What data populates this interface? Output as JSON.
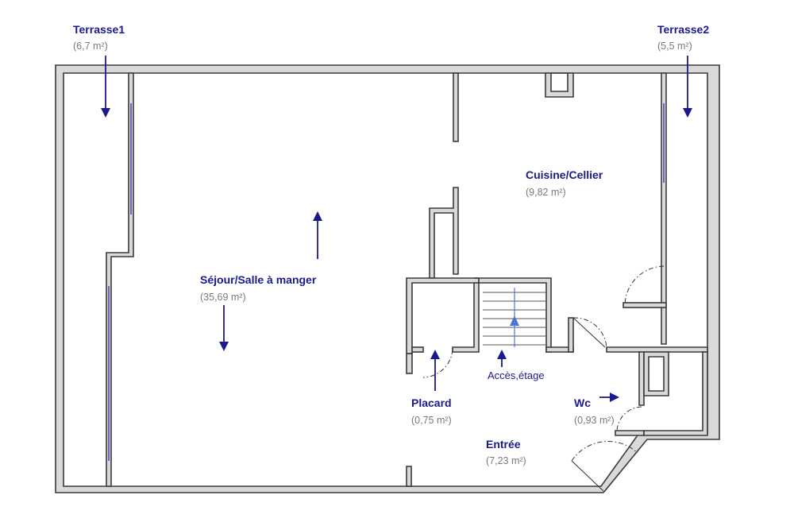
{
  "rooms": {
    "terrasse1": {
      "name": "Terrasse1",
      "area": "(6,7 m²)"
    },
    "terrasse2": {
      "name": "Terrasse2",
      "area": "(5,5 m²)"
    },
    "cuisine": {
      "name": "Cuisine/Cellier",
      "area": "(9,82 m²)"
    },
    "sejour": {
      "name": "Séjour/Salle à manger",
      "area": "(35,69 m²)"
    },
    "placard": {
      "name": "Placard",
      "area": "(0,75 m²)"
    },
    "wc": {
      "name": "Wc",
      "area": "(0,93 m²)"
    },
    "entree": {
      "name": "Entrée",
      "area": "(7,23 m²)"
    }
  },
  "stairs": {
    "label": "Accès,étage"
  },
  "colors": {
    "label": "#1a1a8c",
    "area": "#7a7a7a",
    "wall_fill": "#d9d9d9",
    "wall_stroke": "#3a3a3a",
    "window": "#1a1aaa",
    "stair_arrow": "#4a78d0"
  }
}
